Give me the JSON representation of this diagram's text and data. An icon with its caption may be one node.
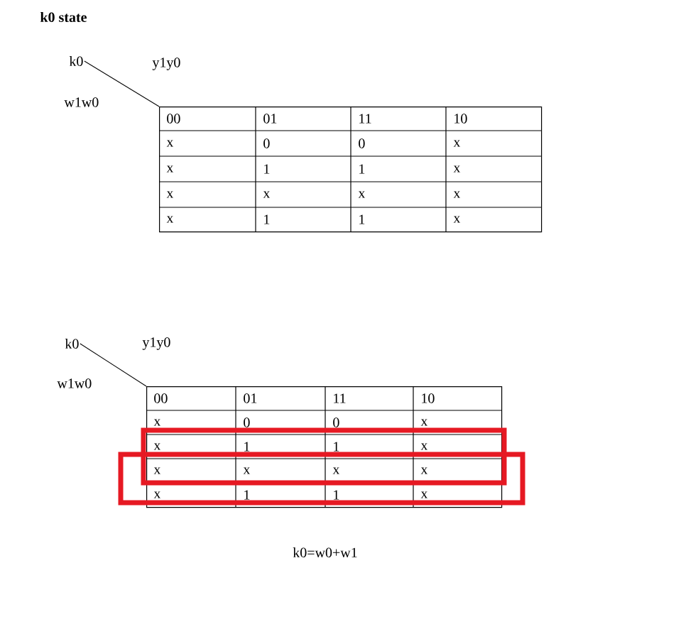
{
  "diagram": {
    "title": "k0 state",
    "nodes": [
      {
        "text": [
          "k0"
        ]
      },
      {
        "text": [],
        "shape": "box"
      },
      {
        "text": [
          "k0"
        ]
      },
      {
        "text": [],
        "shape": "box"
      }
    ],
    "edges": [
      {
        "from": 0,
        "to": 1,
        "arrow": "none"
      },
      {
        "from": 2,
        "to": 3,
        "arrow": "none"
      }
    ],
    "labels": [
      "y1y0",
      "w1w0",
      "00",
      "01",
      "11",
      "10",
      "x",
      "0",
      "0",
      "x",
      "x",
      "1",
      "1",
      "x",
      "x",
      "x",
      "x",
      "x",
      "x",
      "1",
      "1",
      "x",
      "y1y0",
      "w1w0",
      "00",
      "01",
      "11",
      "10",
      "x",
      "0",
      "0",
      "x",
      "x",
      "1",
      "1",
      "x",
      "x",
      "x",
      "x",
      "x",
      "x",
      "1",
      "1",
      "x",
      "k0=w0+w1"
    ]
  }
}
